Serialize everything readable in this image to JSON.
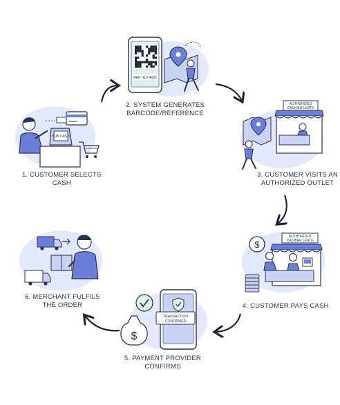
{
  "steps": [
    {
      "line1": "1. CUSTOMER SELECTS",
      "line2": "CASH",
      "screen_text": "PUB CASH"
    },
    {
      "line1": "2. SYSTEM GENERATES",
      "line2": "BARCODE/REFERENCE",
      "screen_text": "REF: 112-4836"
    },
    {
      "line1": "3. CUSTOMER VISITS AN",
      "line2": "AUTHORIZED OUTLET",
      "sign_line1": "AUTHORIZED",
      "sign_line2": "CASHIER LEATE"
    },
    {
      "line1": "4. CUSTOMER PAYS CASH",
      "line2": "",
      "sign_line1": "AUTHORIZED",
      "sign_line2": "CASHIER LEATE"
    },
    {
      "line1": "5. PAYMENT PROVIDER",
      "line2": "CONFIRMS",
      "card_line1": "TRANSACTION",
      "card_line2": "CONFIRMED"
    },
    {
      "line1": "6. MERCHANT FULFILS",
      "line2": "THE ORDER"
    }
  ],
  "colors": {
    "accent": "#6b7fd8",
    "accent_light": "#c9d2f4",
    "blob": "#e3e8fb",
    "ink": "#27344a",
    "screen_green": "#dff2ec"
  }
}
